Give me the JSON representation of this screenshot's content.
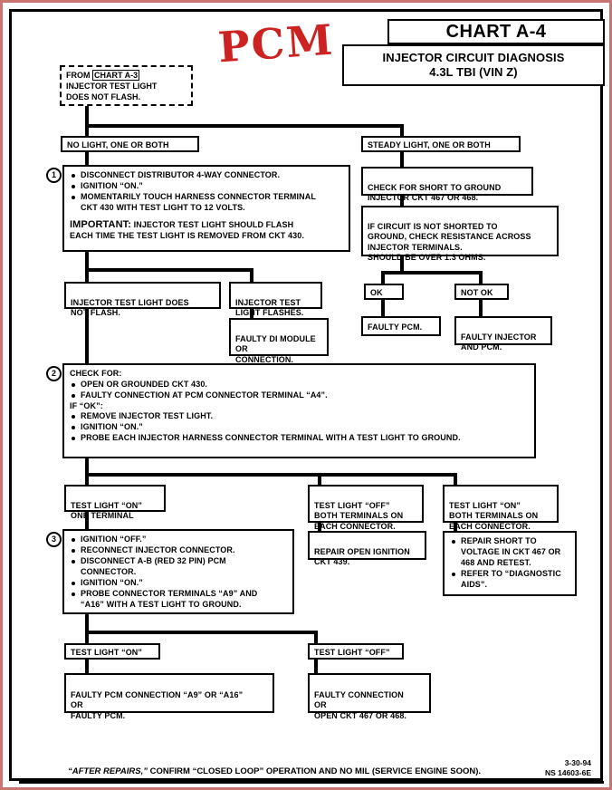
{
  "header": {
    "chart_number": "CHART A-4",
    "title_line1": "INJECTOR CIRCUIT DIAGNOSIS",
    "title_line2": "4.3L  TBI  (VIN Z)",
    "handwritten_note": "PCM"
  },
  "start": {
    "from_label": "FROM",
    "chart_ref": "CHART A-3",
    "line2": "INJECTOR TEST LIGHT",
    "line3": "DOES NOT FLASH."
  },
  "branches": {
    "left_top": "NO LIGHT, ONE OR BOTH",
    "right_top": "STEADY LIGHT, ONE OR BOTH"
  },
  "step1": {
    "number": "1",
    "bullets": [
      "DISCONNECT DISTRIBUTOR 4-WAY CONNECTOR.",
      "IGNITION “ON.”",
      "MOMENTARILY TOUCH HARNESS CONNECTOR TERMINAL"
    ],
    "bullet3_cont": "CKT 430 WITH TEST LIGHT TO 12 VOLTS.",
    "important_label": "IMPORTANT:",
    "important_text": "INJECTOR TEST LIGHT SHOULD FLASH",
    "important_cont": "EACH TIME THE TEST LIGHT IS REMOVED FROM CKT 430."
  },
  "right_branch": {
    "check_short": "CHECK FOR SHORT TO GROUND\nINJECTOR CKT 467 OR 468.",
    "resistance": "IF CIRCUIT IS NOT SHORTED TO\nGROUND, CHECK RESISTANCE ACROSS\nINJECTOR TERMINALS.\nSHOULD BE OVER 1.3 OHMS.",
    "ok_label": "OK",
    "not_ok_label": "NOT OK",
    "ok_result": "FAULTY PCM.",
    "not_ok_result": "FAULTY INJECTOR\nAND PCM."
  },
  "mid_branch": {
    "does_not_flash": "INJECTOR TEST LIGHT DOES\nNOT FLASH.",
    "flashes": "INJECTOR TEST\nLIGHT FLASHES.",
    "flashes_result": "FAULTY DI MODULE\nOR\nCONNECTION."
  },
  "step2": {
    "number": "2",
    "heading": "CHECK FOR:",
    "bullets_a": [
      "OPEN OR GROUNDED CKT 430.",
      "FAULTY CONNECTION AT PCM CONNECTOR TERMINAL “A4”."
    ],
    "if_ok": "IF “OK”:",
    "bullets_b": [
      "REMOVE INJECTOR TEST LIGHT.",
      "IGNITION “ON.”",
      "PROBE EACH  INJECTOR HARNESS CONNECTOR TERMINAL WITH A TEST LIGHT TO GROUND."
    ]
  },
  "three_way": {
    "left": "TEST LIGHT “ON”\nONE TERMINAL",
    "middle": "TEST LIGHT “OFF”\nBOTH TERMINALS ON\nEACH CONNECTOR.",
    "right": "TEST LIGHT “ON”\nBOTH TERMINALS ON\nEACH CONNECTOR."
  },
  "step3": {
    "number": "3",
    "bullets": [
      "IGNITION “OFF.”",
      "RECONNECT INJECTOR CONNECTOR.",
      "DISCONNECT A-B (RED 32 PIN) PCM"
    ],
    "bullet3_cont": "CONNECTOR.",
    "bullets_b": [
      "IGNITION “ON.”",
      "PROBE CONNECTOR TERMINALS “A9” AND"
    ],
    "bullet5_cont": "“A16” WITH A TEST LIGHT TO GROUND."
  },
  "results": {
    "repair_open": "REPAIR OPEN IGNITION\nCKT 439.",
    "repair_short_b1": "REPAIR SHORT TO",
    "repair_short_b1_cont": "VOLTAGE IN CKT 467 OR\n468 AND RETEST.",
    "repair_short_b2": "REFER TO “DIAGNOSTIC",
    "repair_short_b2_cont": "AIDS”."
  },
  "final": {
    "on_label": "TEST LIGHT “ON”",
    "off_label": "TEST LIGHT “OFF”",
    "on_result": "FAULTY PCM CONNECTION “A9” OR “A16”\nOR\nFAULTY PCM.",
    "off_result": "FAULTY CONNECTION\nOR\nOPEN CKT  467 OR 468."
  },
  "footer": {
    "after_repairs": "“AFTER REPAIRS,”",
    "text": " CONFIRM “CLOSED LOOP” OPERATION AND NO MIL (SERVICE ENGINE SOON).",
    "date": "3-30-94",
    "doc_id": "NS 14603-6E"
  }
}
